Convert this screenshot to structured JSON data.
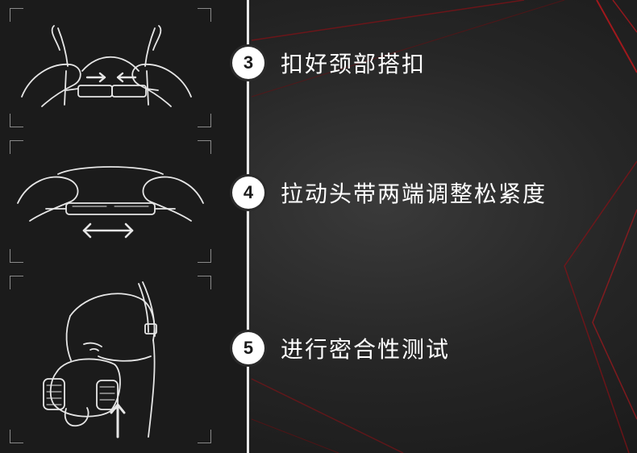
{
  "steps": [
    {
      "number": "3",
      "text": "扣好颈部搭扣",
      "illustration": "neck-buckle-illustration"
    },
    {
      "number": "4",
      "text": "拉动头带两端调整松紧度",
      "illustration": "head-strap-adjust-illustration"
    },
    {
      "number": "5",
      "text": "进行密合性测试",
      "illustration": "mask-fit-test-illustration"
    }
  ],
  "colors": {
    "background": "#262626",
    "accent_red": "#c0161c",
    "badge_bg": "#ffffff",
    "text": "#ffffff",
    "line_art": "#e6e6e6"
  }
}
